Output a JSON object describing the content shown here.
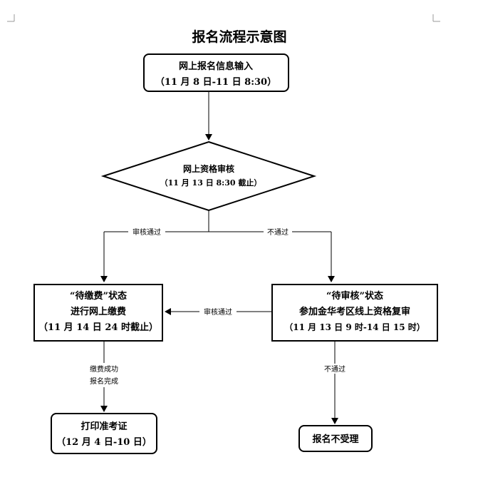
{
  "title": "报名流程示意图",
  "nodes": {
    "online_entry": {
      "line1": "网上报名信息输入",
      "line2": "（11 月 8 日-11 日 8:30）"
    },
    "online_review": {
      "line1": "网上资格审核",
      "line2": "（11 月 13 日 8:30 截止）"
    },
    "pending_payment": {
      "line1": "“待缴费”状态",
      "line2": "进行网上缴费",
      "line3": "（11 月 14 日 24 时截止）"
    },
    "pending_review": {
      "line1": "“待审核”状态",
      "line2": "参加金华考区线上资格复审",
      "line3": "（11 月 13 日 9 时-14 日 15 时）"
    },
    "print_ticket": {
      "line1": "打印准考证",
      "line2": "（12 月 4 日-10 日）"
    },
    "rejected": {
      "line1": "报名不受理"
    }
  },
  "edges": {
    "review_pass": "审核通过",
    "review_fail": "不通过",
    "recheck_pass": "审核通过",
    "payment_done_line1": "缴费成功",
    "payment_done_line2": "报名完成",
    "recheck_fail": "不通过"
  }
}
